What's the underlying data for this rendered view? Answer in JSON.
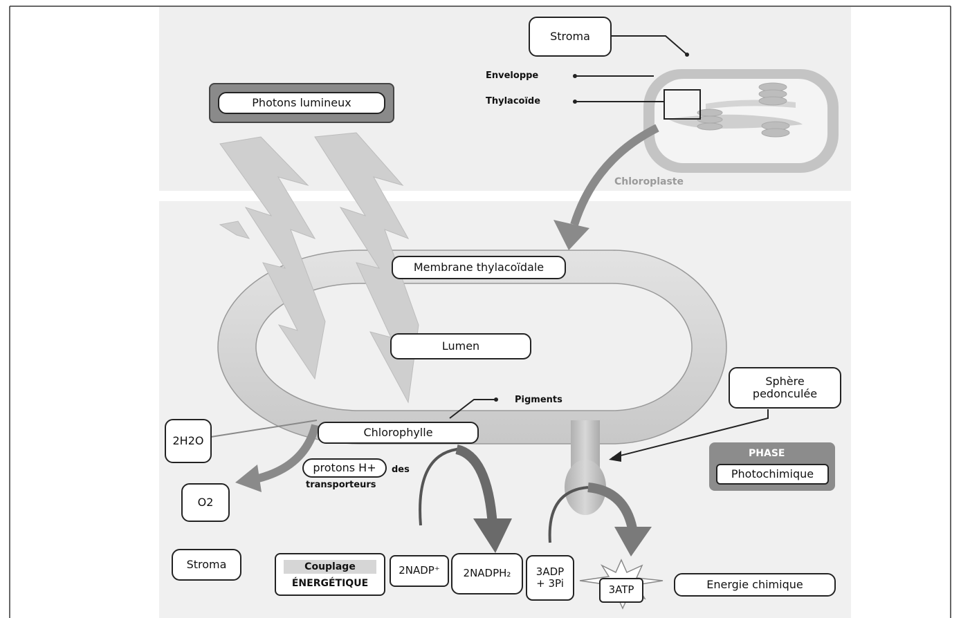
{
  "labels": {
    "stroma_top": "Stroma",
    "enveloppe": "Enveloppe",
    "thylacoide": "Thylacoïde",
    "chloroplaste": "Chloroplaste",
    "photons": "Photons lumineux",
    "membrane": "Membrane thylacoïdale",
    "lumen": "Lumen",
    "pigments": "Pigments",
    "chlorophylle": "Chlorophylle",
    "sphere": "Sphère pedonculée",
    "h2o": "2H2O",
    "o2": "O2",
    "protons": "protons H+",
    "des": "des",
    "transporteurs": "transporteurs",
    "phase": "PHASE",
    "photochimique": "Photochimique",
    "stroma_bottom": "Stroma",
    "couplage": "Couplage",
    "energetique": "ÉNERGÉTIQUE",
    "nadp": "2NADP⁺",
    "nadph": "2NADPH₂",
    "adp_line1": "3ADP",
    "adp_line2": "+ 3Pi",
    "atp": "3ATP",
    "energie": "Energie chimique"
  },
  "colors": {
    "panel_bg": "#efefef",
    "arrow_gray": "#8a8a8a",
    "lightning": "#cfcfcf",
    "phase_box": "#8c8c8c"
  }
}
